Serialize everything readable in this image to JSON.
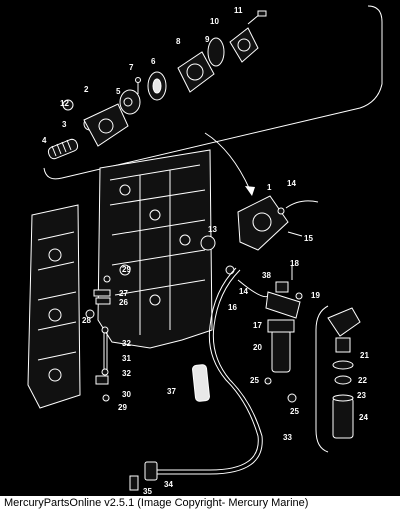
{
  "caption": "MercuryPartsOnline v2.5.1 (Image Copyright- Mercury Marine)",
  "callouts": {
    "n1": "1",
    "n2": "2",
    "n3": "3",
    "n4": "4",
    "n5": "5",
    "n6": "6",
    "n7": "7",
    "n8": "8",
    "n9": "9",
    "n10": "10",
    "n11": "11",
    "n12": "12",
    "n13": "13",
    "n14a": "14",
    "n14b": "14",
    "n15": "15",
    "n16": "16",
    "n17": "17",
    "n18": "18",
    "n19": "19",
    "n20": "20",
    "n21": "21",
    "n22": "22",
    "n23": "23",
    "n24": "24",
    "n25a": "25",
    "n25b": "25",
    "n26": "26",
    "n27": "27",
    "n28": "28",
    "n29a": "29",
    "n29b": "29",
    "n30": "30",
    "n31": "31",
    "n32a": "32",
    "n32b": "32",
    "n33": "33",
    "n34": "34",
    "n35": "35",
    "n37": "37",
    "n38": "38"
  }
}
